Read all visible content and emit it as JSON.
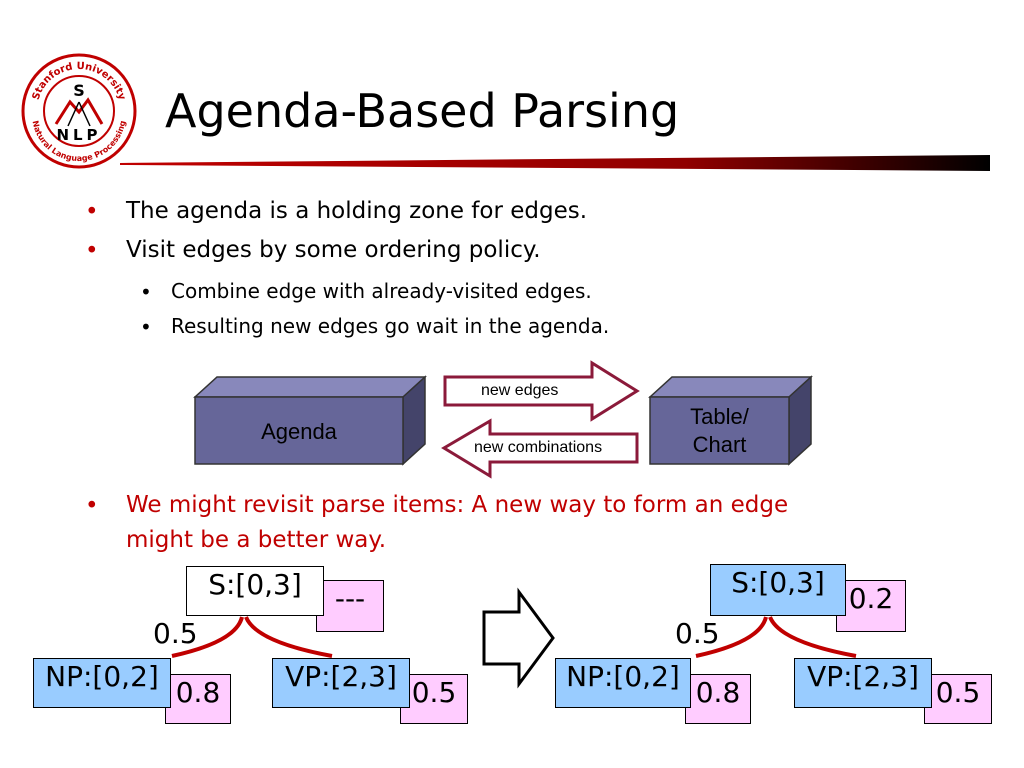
{
  "slide": {
    "title": "Agenda-Based Parsing",
    "logo": {
      "top_text": "Stanford University",
      "bottom_text": "Natural Language Processing",
      "letters": "S N L P"
    },
    "bullets": [
      {
        "text": "The agenda is a holding zone for edges."
      },
      {
        "text": "Visit edges by some ordering policy."
      }
    ],
    "sub_bullets": [
      {
        "text": "Combine edge with already-visited edges."
      },
      {
        "text": "Resulting new edges go wait in the agenda."
      }
    ],
    "red_bullet": {
      "line1": "We might revisit parse items: A new way to form an edge",
      "line2": "might be a better way."
    },
    "bullet_glyph": "•"
  },
  "flow": {
    "agenda_label": "Agenda",
    "chart_label_line1": "Table/",
    "chart_label_line2": "Chart",
    "arrow_right_label": "new edges",
    "arrow_left_label": "new combinations"
  },
  "trees": {
    "left": {
      "root": "S:[0,3]",
      "root_score": "---",
      "rule_prob": "0.5",
      "left_child": "NP:[0,2]",
      "left_score": "0.8",
      "right_child": "VP:[2,3]",
      "right_score": "0.5"
    },
    "right": {
      "root": "S:[0,3]",
      "root_score": "0.2",
      "rule_prob": "0.5",
      "left_child": "NP:[0,2]",
      "left_score": "0.8",
      "right_child": "VP:[2,3]",
      "right_score": "0.5"
    }
  },
  "colors": {
    "accent_red": "#c00000",
    "box_fill": "#666699",
    "arrow_stroke": "#8b1a3a",
    "node_blue": "#99ccff",
    "node_pink": "#ffccff"
  }
}
